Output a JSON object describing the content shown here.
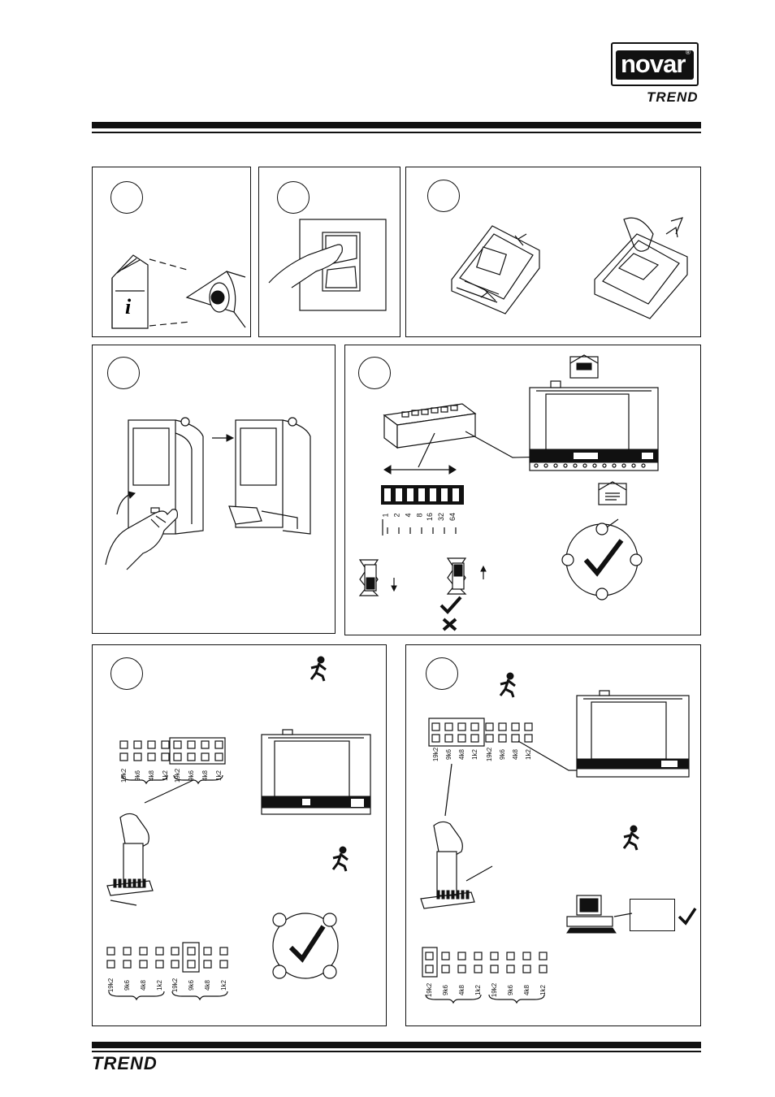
{
  "header": {
    "brand_logo_text": "novar",
    "brand_registered_mark": "®",
    "brand_trend_text": "TREND"
  },
  "footer": {
    "brand_trend_text": "TREND"
  },
  "baud_labels": [
    "19k2",
    "9k6",
    "4k8",
    "1k2"
  ],
  "dip_labels": [
    "1",
    "2",
    "4",
    "8",
    "16",
    "32",
    "64"
  ],
  "icons": {
    "info": "info-booklet-icon",
    "eye": "eye-icon",
    "check": "checkmark-icon",
    "cross": "cross-icon",
    "person": "running-person-icon",
    "envelope": "envelope-icon",
    "computer": "computer-icon"
  }
}
